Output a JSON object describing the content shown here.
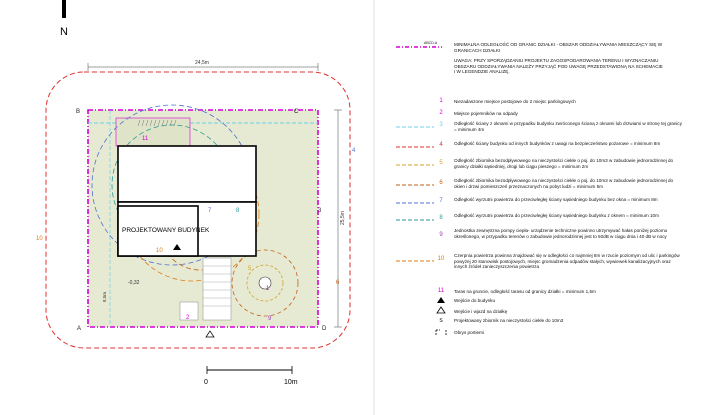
{
  "plan": {
    "north": "N",
    "width_dim": "24,5m",
    "height_dim": "25,5m",
    "small_dim": "8,5m",
    "corners": [
      "A",
      "B",
      "C",
      "D"
    ],
    "building_label": "PROJEKTOWANY BUDYNEK",
    "level": "-0,32",
    "scale": {
      "start": "0",
      "end": "10m"
    },
    "markers": [
      "1",
      "2",
      "3",
      "4",
      "5",
      "6",
      "7",
      "8",
      "9",
      "10",
      "11"
    ]
  },
  "legend": {
    "line_code": "ABCD-A",
    "intro": "MINIMALNA ODLEGŁOŚĆ OD GRANIC DZIAŁKI - OBSZAR ODDZIAŁYWANIA MIESZCZĄCY SIĘ W GRANICACH DZIAŁKI",
    "note": "UWAGA: PRZY SPORZĄDZANIU PROJEKTU ZAGOSPODAROWANIA TERENU I WYZNACZANIU OBSZARU ODDZIAŁYWANIA NALEŻY PRZYJĄĆ POD UWAGĘ PRZEDSTAWIONĄ NA SCHEMACIE I W LEGENDZIE ANALIZĘ.",
    "items": [
      {
        "num": "1",
        "color": "#d400d4",
        "text": "Niezadaszone miejsce postojowe do 2 miejsc parkingowych"
      },
      {
        "num": "2",
        "color": "#d400d4",
        "text": "Miejsce pojemników na odpady"
      },
      {
        "num": "3",
        "color": "#6fd0ee",
        "text": "Odległość ściany z oknami w przypadku budynku zwróconego ścianą z oknami lub drzwiami w stronę tej granicy = minimum 4m"
      },
      {
        "num": "4",
        "color": "#e03030",
        "text": "Odległość ściany budynku od innych budynków z uwagi na bezpieczeństwo pożarowe = minimum 8m"
      },
      {
        "num": "5",
        "color": "#d4a02a",
        "text": "Odległość zbiornika bezodpływowego na nieczystości ciekłe o poj. do 10m3 w zabudowie jednorodzinnej do granicy działki sąsiedniej, drogi lub ciągu pieszego = minimum 2m"
      },
      {
        "num": "6",
        "color": "#c06018",
        "text": "Odległość zbiornika bezodpływowego na nieczystości ciekłe o poj. do 10m3 w zabudowie jednorodzinnej do okien i drzwi pomieszczeń przeznaczonych na pobyt ludzi = minimum 5m"
      },
      {
        "num": "7",
        "color": "#5070d0",
        "text": "Odległość wyrzutni powietrza do przeciwległej ściany sąsiedniego budynku bez okna = minimum 8m"
      },
      {
        "num": "8",
        "color": "#2a9a9a",
        "text": "Odległość wyrzutni powietrza do przeciwległej ściany sąsiedniego budynku z oknem = minimum 10m"
      },
      {
        "num": "9",
        "color": "#a040b0",
        "text": "Jednostka zewnętrzna pompy ciepła- urządzenie techniczne powinno utrzymywać hałas poniżej poziomu określonego, w przypadku terenów o zabudowie jednorodzinnej jest to 50dB w ciągu dnia i 40 dB w nocy"
      },
      {
        "num": "10",
        "color": "#e07a10",
        "text": "Czerpnia powietrza powinna znajdować się w odległości co najmniej 8m w rzucie poziomym od ulic i parkingów powyżej 20 stanowisk postojowych, miejsc gromadzenia odpadów stałych, wywiewek kanalizacyjnych oraz innych źródeł zanieczyszczenia powietrza"
      },
      {
        "num": "11",
        "color": "#d400d4",
        "text": "Taras na gruncie, odległość tarasu od granicy działki = minimum 1,5m"
      }
    ],
    "symbols": [
      {
        "text": "Wejście do budynku"
      },
      {
        "text": "Wejście i wjazd na działkę"
      },
      {
        "text": "Projektowany zbiornik na nieczystości ciekłe do 10m3",
        "glyph": "S"
      },
      {
        "text": "Obrys portierni"
      }
    ]
  }
}
